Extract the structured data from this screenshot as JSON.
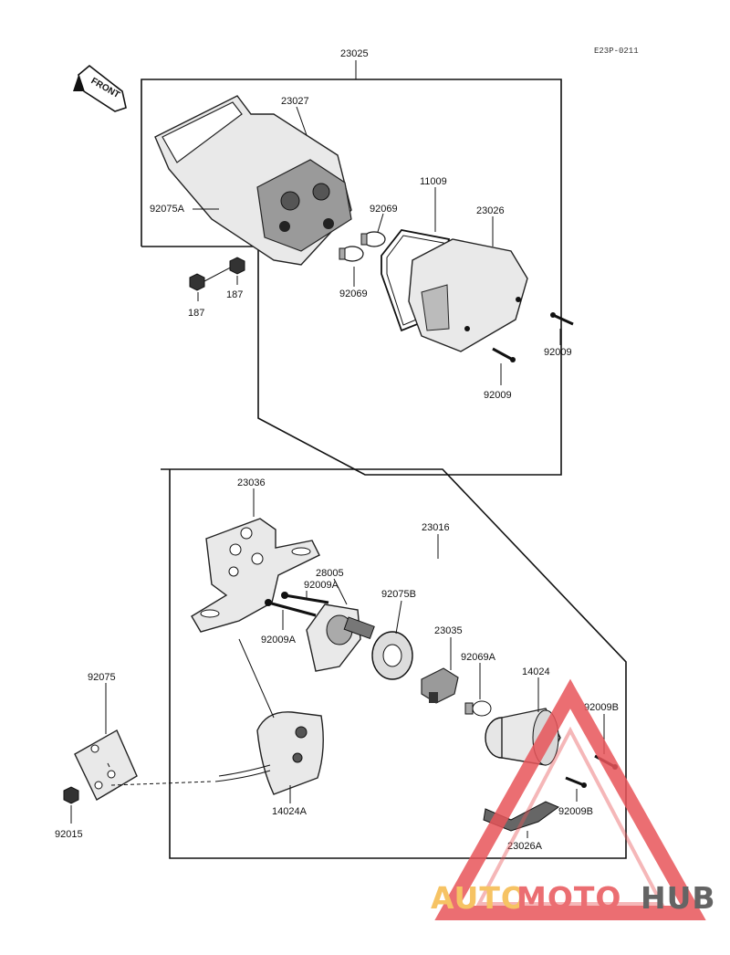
{
  "drawing_code": "E23P-0211",
  "front_label": "FRONT",
  "watermark": {
    "text_a": "AUTO",
    "text_b": "MOTO",
    "text_c": "HUB",
    "color_a": "#f5b94a",
    "color_b": "#e8555a",
    "color_c": "#4a4a4a"
  },
  "labels": {
    "p23025": "23025",
    "p23027": "23027",
    "p92075A": "92075A",
    "p11009": "11009",
    "p23026": "23026",
    "p92069_top": "92069",
    "p92069_low": "92069",
    "p187_a": "187",
    "p187_b": "187",
    "p92009_a": "92009",
    "p92009_b": "92009",
    "p23036": "23036",
    "p23016": "23016",
    "p28005": "28005",
    "p92009A_a": "92009A",
    "p92009A_b": "92009A",
    "p92075B": "92075B",
    "p23035": "23035",
    "p92069A": "92069A",
    "p14024": "14024",
    "p92009B_a": "92009B",
    "p92009B_b": "92009B",
    "p92075": "92075",
    "p14024A": "14024A",
    "p92015": "92015",
    "p23026A": "23026A"
  }
}
